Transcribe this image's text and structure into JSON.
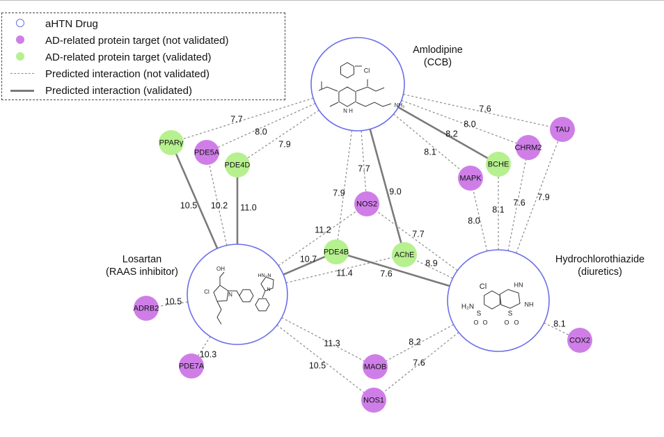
{
  "legend": {
    "items": [
      {
        "label": "aHTN Drug",
        "symbol": "drug",
        "color": "#6a6ee8"
      },
      {
        "label": "AD-related protein target  (not validated)",
        "symbol": "target_nv",
        "color": "#cf7ee8"
      },
      {
        "label": "AD-related protein target  (validated)",
        "symbol": "target_v",
        "color": "#b6f08f"
      },
      {
        "label": "Predicted interaction (not validated)",
        "symbol": "edge_nv",
        "color": "#8a8a8a"
      },
      {
        "label": "Predicted interaction (validated)",
        "symbol": "edge_v",
        "color": "#7a7a7a"
      }
    ]
  },
  "drugs": [
    {
      "id": "amlodipine",
      "name": "Amlodipine",
      "subtitle": "(CCB)"
    },
    {
      "id": "losartan",
      "name": "Losartan",
      "subtitle": "(RAAS inhibitor)"
    },
    {
      "id": "hctz",
      "name": "Hydrochlorothiazide",
      "subtitle": "(diuretics)"
    }
  ],
  "structure_labels": {
    "amlodipine": {
      "cl": "Cl",
      "nh": "N\nH",
      "nh2": "NH₂"
    },
    "losartan": {
      "oh": "OH",
      "cl": "Cl",
      "n": "N",
      "tetrazole": "HN–N\nN–N"
    },
    "hctz": {
      "cl": "Cl",
      "h2n": "H₂N",
      "nh_top": "H\nN",
      "nh": "NH",
      "s1": "S",
      "s2": "S",
      "o": "O"
    }
  },
  "targets": [
    {
      "id": "PPARy",
      "label": "PPARγ",
      "validated": true
    },
    {
      "id": "PDE5A",
      "label": "PDE5A",
      "validated": false
    },
    {
      "id": "PDE4D",
      "label": "PDE4D",
      "validated": true
    },
    {
      "id": "NOS2",
      "label": "NOS2",
      "validated": false
    },
    {
      "id": "MAPK",
      "label": "MAPK",
      "validated": false
    },
    {
      "id": "BCHE",
      "label": "BCHE",
      "validated": true
    },
    {
      "id": "CHRM2",
      "label": "CHRM2",
      "validated": false
    },
    {
      "id": "TAU",
      "label": "TAU",
      "validated": false
    },
    {
      "id": "PDE4B",
      "label": "PDE4B",
      "validated": true
    },
    {
      "id": "AChE",
      "label": "AChE",
      "validated": true
    },
    {
      "id": "ADRB2",
      "label": "ADRB2",
      "validated": false
    },
    {
      "id": "PDE7A",
      "label": "PDE7A",
      "validated": false
    },
    {
      "id": "MAOB",
      "label": "MAOB",
      "validated": false
    },
    {
      "id": "NOS1",
      "label": "NOS1",
      "validated": false
    },
    {
      "id": "COX2",
      "label": "COX2",
      "validated": false
    }
  ],
  "edges": [
    {
      "from": "amlodipine",
      "to": "PPARy",
      "score": "7.7",
      "validated": false
    },
    {
      "from": "amlodipine",
      "to": "PDE5A",
      "score": "8.0",
      "validated": false
    },
    {
      "from": "amlodipine",
      "to": "PDE4D",
      "score": "7.9",
      "validated": false
    },
    {
      "from": "amlodipine",
      "to": "NOS2",
      "score": "7.7",
      "validated": false
    },
    {
      "from": "amlodipine",
      "to": "PDE4B",
      "score": "7.9",
      "validated": false
    },
    {
      "from": "amlodipine",
      "to": "AChE",
      "score": "9.0",
      "validated": true
    },
    {
      "from": "amlodipine",
      "to": "MAPK",
      "score": "8.1",
      "validated": false
    },
    {
      "from": "amlodipine",
      "to": "BCHE",
      "score": "8.2",
      "validated": true
    },
    {
      "from": "amlodipine",
      "to": "CHRM2",
      "score": "8.0",
      "validated": false
    },
    {
      "from": "amlodipine",
      "to": "TAU",
      "score": "7.6",
      "validated": false
    },
    {
      "from": "losartan",
      "to": "PPARy",
      "score": "10.5",
      "validated": true
    },
    {
      "from": "losartan",
      "to": "PDE5A",
      "score": "10.2",
      "validated": false
    },
    {
      "from": "losartan",
      "to": "PDE4D",
      "score": "11.0",
      "validated": true
    },
    {
      "from": "losartan",
      "to": "NOS2",
      "score": "11.2",
      "validated": false
    },
    {
      "from": "losartan",
      "to": "PDE4B",
      "score": "10.7",
      "validated": true
    },
    {
      "from": "losartan",
      "to": "AChE",
      "score": "11.4",
      "validated": false
    },
    {
      "from": "losartan",
      "to": "ADRB2",
      "score": "10.5",
      "validated": false
    },
    {
      "from": "losartan",
      "to": "PDE7A",
      "score": "10.3",
      "validated": false
    },
    {
      "from": "losartan",
      "to": "MAOB",
      "score": "11.3",
      "validated": false
    },
    {
      "from": "losartan",
      "to": "NOS1",
      "score": "10.5",
      "validated": false
    },
    {
      "from": "hctz",
      "to": "MAPK",
      "score": "8.0",
      "validated": false
    },
    {
      "from": "hctz",
      "to": "BCHE",
      "score": "8.1",
      "validated": false
    },
    {
      "from": "hctz",
      "to": "CHRM2",
      "score": "7.6",
      "validated": false
    },
    {
      "from": "hctz",
      "to": "TAU",
      "score": "7.9",
      "validated": false
    },
    {
      "from": "hctz",
      "to": "NOS2",
      "score": "7.7",
      "validated": false
    },
    {
      "from": "hctz",
      "to": "PDE4B",
      "score": "7.6",
      "validated": true
    },
    {
      "from": "hctz",
      "to": "AChE",
      "score": "8.9",
      "validated": false
    },
    {
      "from": "hctz",
      "to": "MAOB",
      "score": "8.2",
      "validated": false
    },
    {
      "from": "hctz",
      "to": "NOS1",
      "score": "7.6",
      "validated": false
    },
    {
      "from": "hctz",
      "to": "COX2",
      "score": "8.1",
      "validated": false
    }
  ],
  "colors": {
    "drug_ring": "#6a6ee8",
    "not_validated": "#cf7ee8",
    "validated": "#b6f08f",
    "edge_dashed": "#8a8a8a",
    "edge_solid": "#7a7a7a",
    "text": "#111111"
  }
}
